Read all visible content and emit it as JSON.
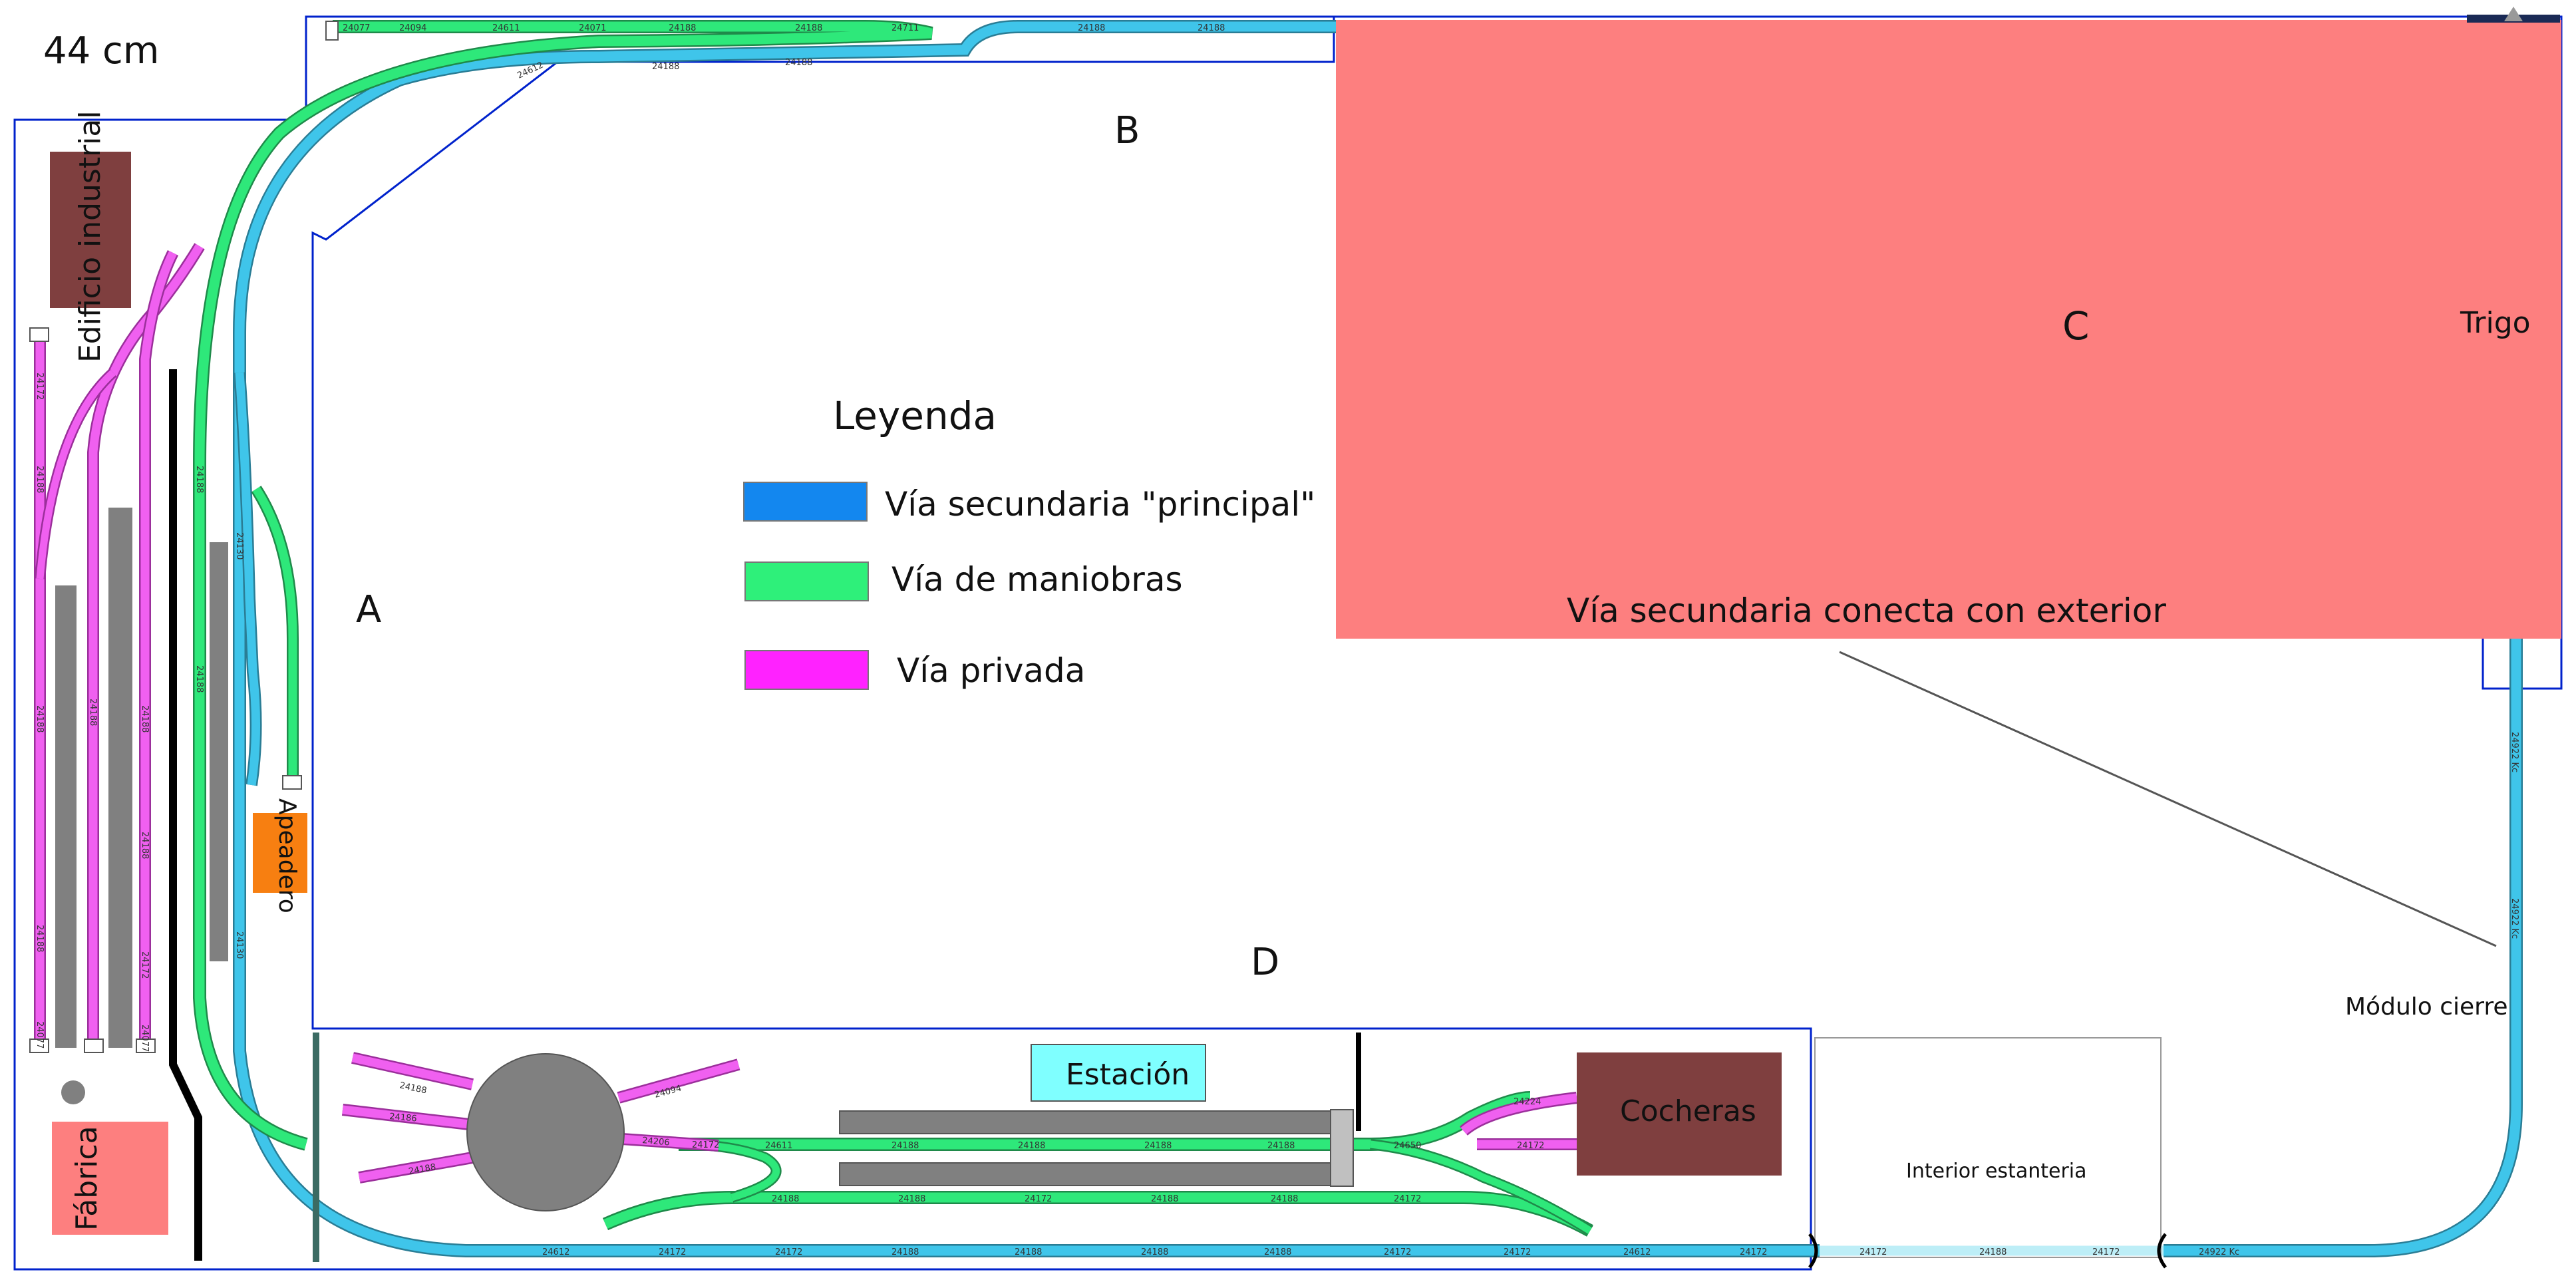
{
  "header": {
    "scale_label": "44 cm"
  },
  "sections": {
    "a": "A",
    "b": "B",
    "c": "C",
    "d": "D"
  },
  "legend": {
    "title": "Leyenda",
    "items": [
      {
        "label": "Vía secundaria \"principal\"",
        "color": "#3fc5ea"
      },
      {
        "label": "Vía de maniobras",
        "color": "#2ee87a"
      },
      {
        "label": "Vía privada",
        "color": "#f060f0"
      }
    ]
  },
  "buildings": {
    "edificio_industrial": "Edificio industrial",
    "fabrica": "Fábrica",
    "apeadero": "Apeadero",
    "estacion": "Estación",
    "cocheras": "Cocheras",
    "interior_estanteria": "Interior estanteria",
    "trigo": "Trigo",
    "modulo_cierre": "Módulo cierre"
  },
  "zone_c": {
    "label": "Vía secundaria conecta con exterior",
    "color": "#fd7f7f"
  },
  "colors": {
    "main_track": "#3fc5ea",
    "shunting_track": "#2ee87a",
    "private_track": "#f060f0",
    "outline": "#0022cc",
    "building_brown": "#7f3f3f",
    "apeadero_orange": "#f77f11",
    "platform_gray": "#808080"
  },
  "track_codes": {
    "top": [
      "24077",
      "24094",
      "24611",
      "24071",
      "24188",
      "24188",
      "24711",
      "24188",
      "24188",
      "24188",
      "24188",
      "24612"
    ],
    "bottom": [
      "24612",
      "24172",
      "24172",
      "24188",
      "24188",
      "24188",
      "24188",
      "24172",
      "24172",
      "24612",
      "24172",
      "24172",
      "24188",
      "24172",
      "24922 Kc"
    ],
    "left": [
      "24172",
      "24188",
      "24188",
      "24188",
      "24077",
      "24188",
      "24188",
      "24188",
      "24172",
      "24077",
      "24188",
      "24188",
      "24130",
      "24130"
    ],
    "station": [
      "24611",
      "24188",
      "24188",
      "24188",
      "24188",
      "24650",
      "24188",
      "24188",
      "24172",
      "24188",
      "24188",
      "24172",
      "24224",
      "24172"
    ],
    "turntable": [
      "24188",
      "24186",
      "24188",
      "24094",
      "24206",
      "24172"
    ],
    "right": [
      "24922 Kc",
      "24922 Kc"
    ]
  }
}
